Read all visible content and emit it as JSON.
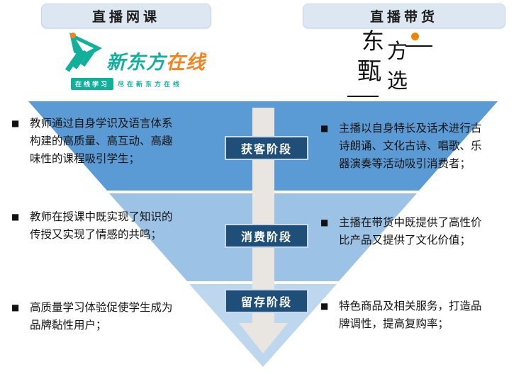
{
  "headers": {
    "left": "直播网课",
    "right": "直播带货"
  },
  "logos": {
    "koolearn": {
      "name_teal": "新东方",
      "name_orange": "在线",
      "slogan_box": "在线学习",
      "slogan_rest": "尽在新东方在线",
      "teal": "#12b09a",
      "orange": "#f5831f"
    },
    "dongfang_zhenxuan": {
      "char1": "东",
      "char2": "方",
      "char3": "甄",
      "char4": "选",
      "dot_color": "#f08300"
    }
  },
  "funnel": {
    "stages": [
      {
        "label": "获客阶段"
      },
      {
        "label": "消费阶段"
      },
      {
        "label": "留存阶段"
      }
    ],
    "band_colors": [
      "#5b9bd5",
      "#9cc3e5",
      "#bdd7ee"
    ],
    "label_bg": "#1f4e79",
    "arrow_color": "#e9e6e2"
  },
  "bullet_marker": "■",
  "left_bullets": [
    {
      "text": "教师通过自身学识及语言体系构建的高质量、高互动、高趣味性的课程吸引学生；"
    },
    {
      "text": "教师在授课中既实现了知识的传授又实现了情感的共鸣；"
    },
    {
      "text": "高质量学习体验促使学生成为品牌黏性用户；"
    }
  ],
  "right_bullets": [
    {
      "text": "主播以自身特长及话术进行古诗朗诵、文化古诗、唱歌、乐器演奏等活动吸引消费者；"
    },
    {
      "text": "主播在带货中既提供了高性价比产品又提供了文化价值；"
    },
    {
      "text": "特色商品及相关服务，打造品牌调性，提高复购率；"
    }
  ]
}
